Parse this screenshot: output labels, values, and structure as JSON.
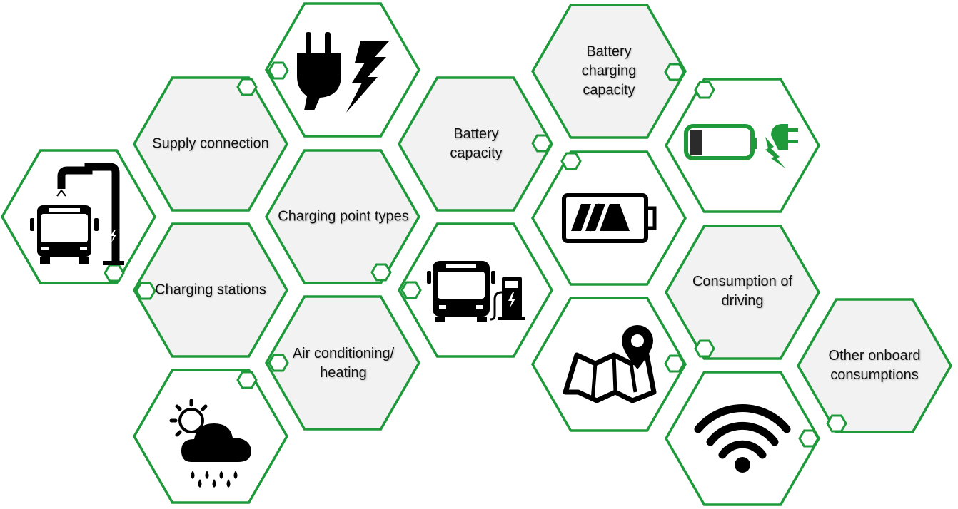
{
  "colors": {
    "accent": "#1f9a3b",
    "text_fill": "#f2f2f2",
    "icon_fill": "#ffffff",
    "icon": "#000000"
  },
  "labels": {
    "supply_connection": "Supply connection",
    "charging_stations": "Charging stations",
    "charging_point_types": "Charging point types",
    "air_conditioning": "Air conditioning/ heating",
    "battery_capacity": "Battery capacity",
    "battery_charging_capacity": "Battery charging capacity",
    "consumption_of_driving": "Consumption of driving",
    "other_onboard": "Other onboard consumptions"
  },
  "icons": [
    "bus-pantograph-icon",
    "plug-lightning-icon",
    "weather-icon",
    "bus-charger-icon",
    "battery-full-icon",
    "battery-low-plug-icon",
    "map-pin-icon",
    "wifi-icon"
  ]
}
